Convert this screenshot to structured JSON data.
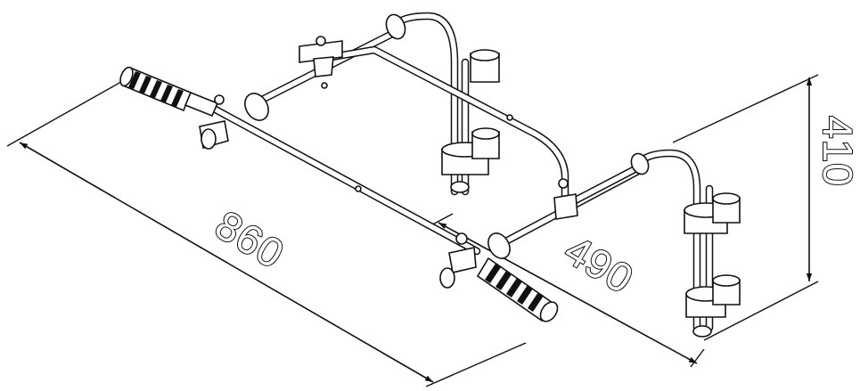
{
  "dimensions": {
    "length": "860",
    "width": "490",
    "height": "410"
  }
}
